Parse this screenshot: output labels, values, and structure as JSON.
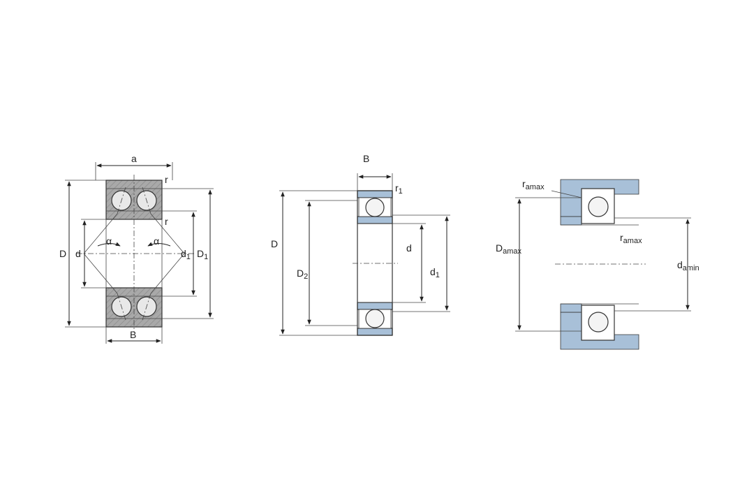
{
  "colors": {
    "section": "#a9a9a9",
    "steel": "#a8c0d8",
    "line": "#222222",
    "background": "#ffffff"
  },
  "diagrams": {
    "double_row": {
      "labels": {
        "a": "a",
        "B": "B",
        "D": "D",
        "d": "d",
        "r_top": "r",
        "r_mid": "r",
        "d1_main": "d",
        "d1_sub": "1",
        "D1_main": "D",
        "D1_sub": "1",
        "alpha_left": "α",
        "alpha_right": "α"
      }
    },
    "single_row": {
      "labels": {
        "B": "B",
        "r1_main": "r",
        "r1_sub": "1",
        "D": "D",
        "D2_main": "D",
        "D2_sub": "2",
        "d": "d",
        "d1_main": "d",
        "d1_sub": "1"
      }
    },
    "abutment": {
      "labels": {
        "ramax_top_main": "r",
        "ramax_top_sub": "amax",
        "ramax_mid_main": "r",
        "ramax_mid_sub": "amax",
        "Damax_main": "D",
        "Damax_sub": "amax",
        "damin_main": "d",
        "damin_sub": "amin"
      }
    }
  }
}
